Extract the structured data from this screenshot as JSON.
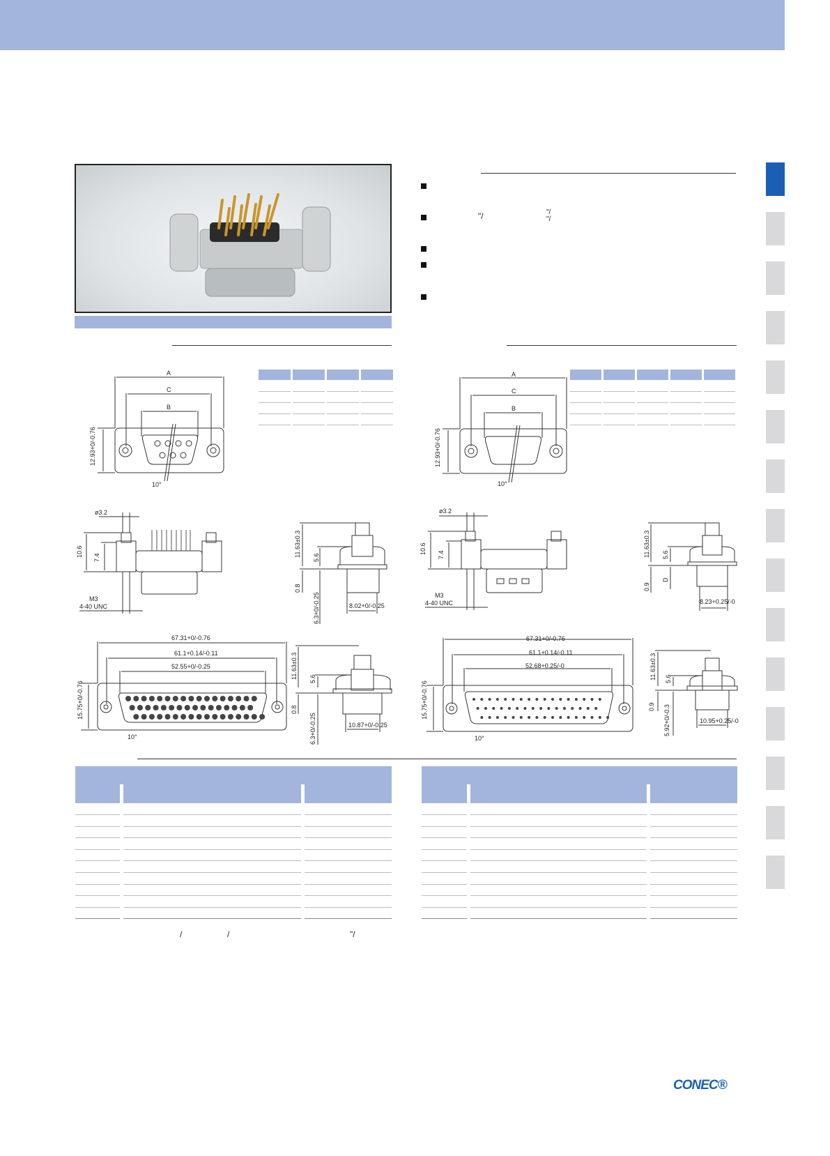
{
  "header": {
    "color": "#a3b5dd"
  },
  "side_tabs": {
    "active_color": "#1a5fb4",
    "inactive_color": "#d9d9db",
    "count": 15,
    "active_index": 0
  },
  "features": {
    "fragment1": "\"/",
    "fragment2": "\"/",
    "fragment3": "\"/"
  },
  "footnote": {
    "frag1": "/",
    "frag2": "/",
    "frag3": "\"/"
  },
  "drawings": {
    "left": {
      "front9": {
        "A": "A",
        "B": "B",
        "C": "C",
        "height": "12.93+0/-0.76",
        "angle": "10°"
      },
      "side9": {
        "dia": "ø3.2",
        "h1": "10.6",
        "h2": "7.4",
        "thread1": "M3",
        "thread2": "4-40 UNC"
      },
      "profile9": {
        "h": "11.63±0.3",
        "h2": "5.6",
        "d": "0.8",
        "depth": "6.3+0/-0.25",
        "w": "8.02+0/-0.25"
      },
      "front50": {
        "w1": "67.31+0/-0.76",
        "w2": "61.1+0.14/-0.11",
        "w3": "52.55+0/-0.25",
        "height": "15.75+0/-0.76",
        "angle": "10°"
      },
      "profile50": {
        "h": "11.63±0.3",
        "h2": "5.6",
        "d": "0.8",
        "depth": "6.3+0/-0.25",
        "w": "10.87+0/-0.25"
      }
    },
    "right": {
      "front9": {
        "A": "A",
        "B": "B",
        "C": "C",
        "height": "12.93+0/-0.76",
        "angle": "10°"
      },
      "side9": {
        "dia": "ø3.2",
        "h1": "10.6",
        "h2": "7.4",
        "thread1": "M3",
        "thread2": "4-40 UNC"
      },
      "profile9": {
        "h": "11.63±0.3",
        "h2": "5.6",
        "d": "0.9",
        "D": "D",
        "w": "8.23+0.25/-0"
      },
      "front50": {
        "w1": "67.31+0/-0.76",
        "w2": "61.1+0.14/-0.11",
        "w3": "52.68+0.25/-0",
        "height": "15.75+0/-0.76",
        "angle": "10°"
      },
      "profile50": {
        "h": "11.63±0.3",
        "h2": "5.6",
        "d": "0.9",
        "depth": "5.92+0/-0.3",
        "w": "10.95+0.25/-0"
      }
    }
  },
  "logo": {
    "text": "CONEC®"
  }
}
